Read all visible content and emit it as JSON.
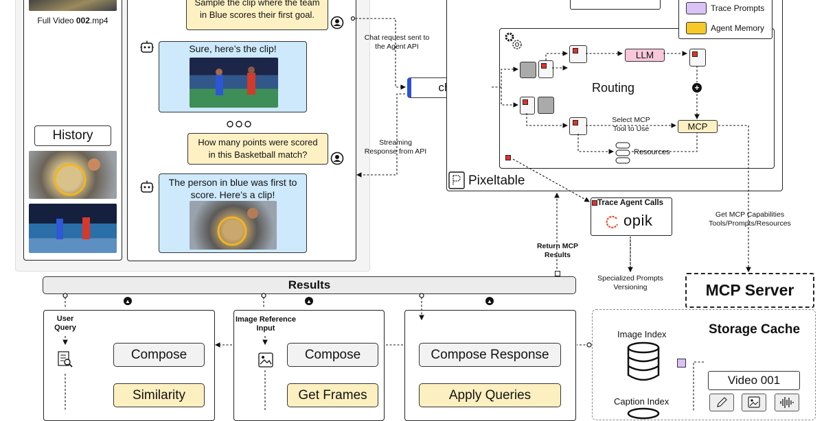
{
  "video_panel": {
    "video_title_name": "Full Video ",
    "video_title_num": "002",
    "video_title_ext": ".mp4",
    "history_label": "History"
  },
  "chat_panel": {
    "user_msg_1": "Sample the clip where the team in Blue scores their first goal.",
    "agent_msg_1": "Sure, here’s the clip!",
    "user_msg_2": "How many points were scored in this Basketball match?",
    "agent_msg_2": "The person in blue was first to score. Here’s a clip!"
  },
  "chat_node": {
    "label": "chat",
    "request_note": "Chat request sent to the Agent API",
    "response_note": "Streaming Response from API"
  },
  "pixeltable": {
    "label": "Pixeltable",
    "routing_label": "Routing",
    "llm_label": "LLM",
    "mcp_label": "MCP",
    "select_mcp_note": "Select MCP Tool to Use",
    "resources_label": "Resources"
  },
  "legend": {
    "items": [
      {
        "label": "Trace Prompts",
        "color": "#d9c2f5"
      },
      {
        "label": "Agent Memory",
        "color": "#f6c829"
      }
    ]
  },
  "trace": {
    "title": "Trace Agent Calls",
    "brand": "opik"
  },
  "notes": {
    "return_mcp": "Return MCP Results",
    "get_mcp": "Get MCP Capabilities Tools/Prompts/Resources",
    "specialized": "Specialized Prompts Versioning"
  },
  "mcp_server": {
    "label": "MCP Server"
  },
  "results": {
    "label": "Results",
    "col1_input": "User Query",
    "col1_compose": "Compose",
    "col1_similarity": "Similarity",
    "col2_input": "Image Reference Input",
    "col2_compose": "Compose",
    "col2_frames": "Get Frames",
    "col3_compose": "Compose Response",
    "col3_apply": "Apply Queries"
  },
  "storage": {
    "title": "Storage Cache",
    "image_index": "Image Index",
    "caption_index": "Caption Index",
    "video_label": "Video 001"
  },
  "colors": {
    "yellow_bubble": "#fdf1c4",
    "blue_bubble": "#cde9fb",
    "llm_pink": "#f8c7d9",
    "accent_blue": "#2f4fd6",
    "red_marker": "#e4302d"
  }
}
